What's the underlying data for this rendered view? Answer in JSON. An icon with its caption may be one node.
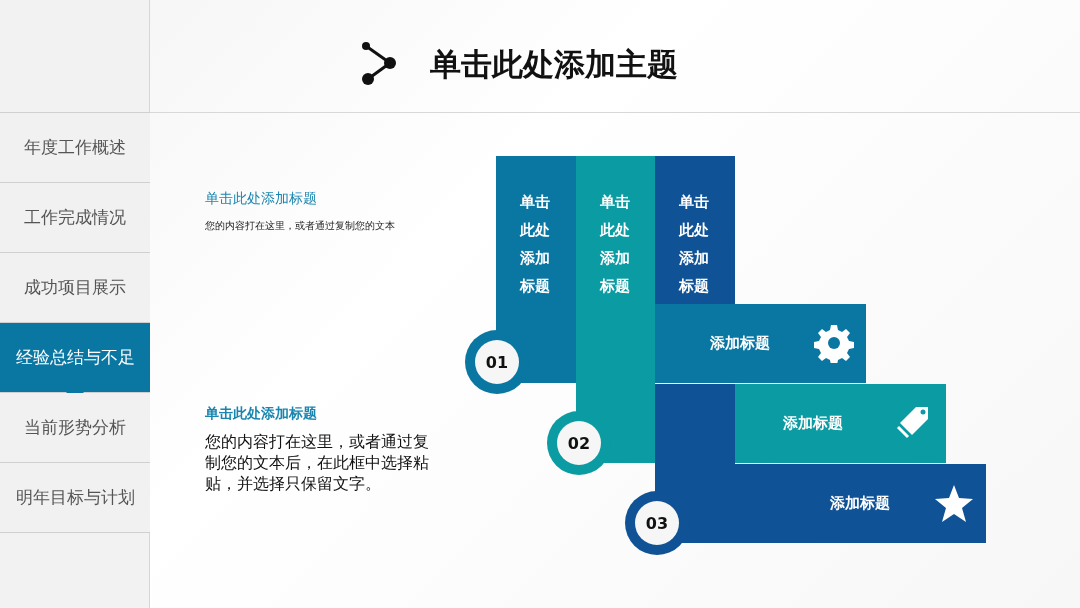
{
  "diagram": {
    "title": "单击此处添加主题",
    "nodes": [
      {
        "text": [
          "年度工作概述"
        ]
      },
      {
        "text": [
          "工作完成情况"
        ]
      },
      {
        "text": [
          "成功项目展示"
        ]
      },
      {
        "text": [
          "经验总结与不足"
        ]
      },
      {
        "text": [
          "当前形势分析"
        ]
      },
      {
        "text": [
          "明年目标与计划"
        ]
      },
      {
        "text": [
          "单击此处添加标题"
        ]
      },
      {
        "text": [
          "01"
        ]
      },
      {
        "text": [
          "单击此处添加标题"
        ]
      },
      {
        "text": [
          "02"
        ]
      },
      {
        "text": [
          "单击此处添加标题"
        ]
      },
      {
        "text": [
          "添加标题"
        ]
      },
      {
        "text": [
          "添加标题"
        ]
      },
      {
        "text": [
          "添加标题"
        ]
      },
      {
        "text": [
          "03"
        ]
      },
      {
        "text": [],
        "shape": "box"
      }
    ],
    "labels": [
      "单击此处添加标题",
      "您的内容打在这里，或者通过复制您的文本",
      "单击此处添加标题",
      "您的内容打在这里，或者通过复制您的文本后，在此框中选择粘贴，并选择只保留文字。"
    ]
  }
}
